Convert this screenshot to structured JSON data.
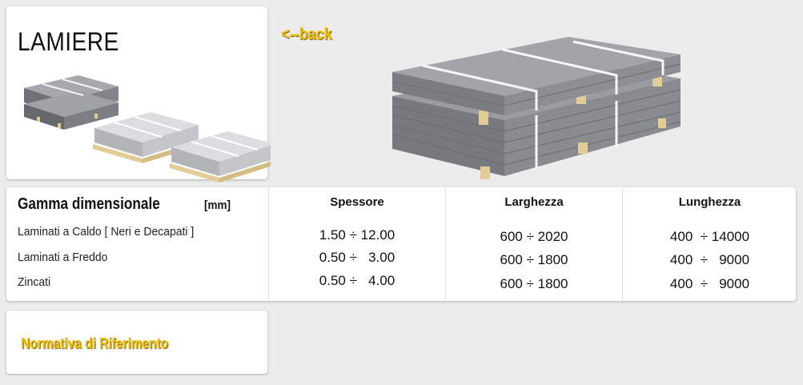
{
  "header": {
    "title": "LAMIERE",
    "back_link": "<--back"
  },
  "images": {
    "thumbnail": "stacked-sheet-metal-pallets-icon",
    "hero": "steel-sheet-stack-icon"
  },
  "table": {
    "heading": "Gamma dimensionale",
    "unit": "[mm]",
    "columns": [
      "Spessore",
      "Larghezza",
      "Lunghezza"
    ],
    "rows": [
      {
        "label": "Laminati a Caldo [ Neri e Decapati ]",
        "spessore": "1.50 ÷ 12.00",
        "larghezza": "600 ÷ 2020",
        "lunghezza": "400  ÷ 14000"
      },
      {
        "label": "Laminati a Freddo",
        "spessore": "0.50 ÷   3.00",
        "larghezza": "600 ÷ 1800",
        "lunghezza": "400  ÷   9000"
      },
      {
        "label": "Zincati",
        "spessore": "0.50 ÷   4.00",
        "larghezza": "600 ÷ 1800",
        "lunghezza": "400  ÷   9000"
      }
    ]
  },
  "normativa": {
    "label": "Normativa di Riferimento"
  },
  "colors": {
    "accent": "#f2c200",
    "sheet_gray": "#8e9096",
    "pallet_wood": "#e2cd97"
  }
}
